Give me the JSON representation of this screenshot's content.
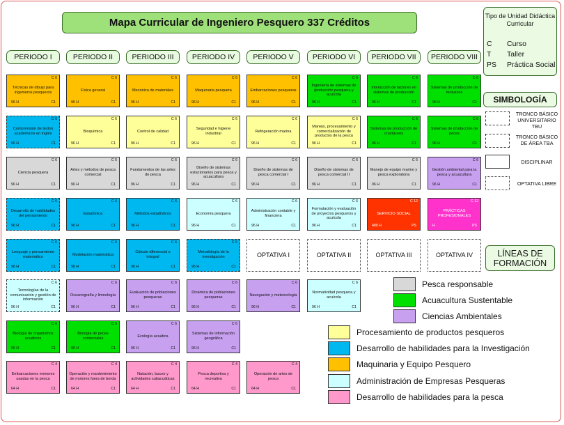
{
  "title": "Mapa Curricular de Ingeniero Pesquero 337 Créditos",
  "periods": [
    "PERIODO I",
    "PERIODO II",
    "PERIODO III",
    "PERIODO IV",
    "PERIODO V",
    "PERIODO VI",
    "PERIODO VII",
    "PERIODO VIII"
  ],
  "type_legend": {
    "title": "Tipo de Unidad Didáctica Curricular",
    "items": [
      {
        "key": "C",
        "label": "Curso"
      },
      {
        "key": "T",
        "label": "Taller"
      },
      {
        "key": "PS",
        "label": "Práctica Social"
      }
    ]
  },
  "simbologia": {
    "title": "SIMBOLOGÍA",
    "items": [
      {
        "style": "dashed",
        "label": "TRONCO BÁSICO UNIVERSITARIO TBU"
      },
      {
        "style": "dashdot",
        "label": "TRONCO BÁSICO DE ÁREA TBA"
      },
      {
        "style": "solid",
        "label": "DISCIPLINAR"
      },
      {
        "style": "dotted",
        "label": "OPTATIVA LIBRE"
      }
    ]
  },
  "lineas": {
    "title": "LÍNEAS DE FORMACIÓN",
    "items": [
      {
        "label": "Pesca responsable",
        "color": "#d8d8d8"
      },
      {
        "label": "Acuacultura Sustentable",
        "color": "#00e000"
      },
      {
        "label": "Ciencias Ambientales",
        "color": "#c8a0f0"
      },
      {
        "label": "Procesamiento de productos pesqueros",
        "color": "#ffff99"
      },
      {
        "label": "Desarrollo de habilidades para la Investigación",
        "color": "#00b8f0"
      },
      {
        "label": "Maquinaria y Equipo Pesquero",
        "color": "#ffc000"
      },
      {
        "label": "Administración de Empresas Pesqueras",
        "color": "#ccffff"
      },
      {
        "label": "Desarrollo de habilidades para la pesca",
        "color": "#ff99cc"
      }
    ]
  },
  "colors": {
    "maq": "#ffc000",
    "acu": "#00e000",
    "inv": "#00b8f0",
    "proc": "#ffff99",
    "pesca": "#d8d8d8",
    "amb": "#c8a0f0",
    "admin": "#ccffff",
    "hab": "#ff99cc",
    "ss": "#ff3300",
    "pp": "#ff33cc",
    "opt": "#ffffff"
  },
  "courses": [
    {
      "col": 0,
      "row": 0,
      "name": "Técnicas de dibujo para ingenieros pesqueros",
      "cr": "C 6",
      "hr": "96 H",
      "tp": "C1",
      "color": "maq",
      "border": "solid"
    },
    {
      "col": 1,
      "row": 0,
      "name": "Física general",
      "cr": "C 6",
      "hr": "96 H",
      "tp": "C1",
      "color": "maq",
      "border": "solid"
    },
    {
      "col": 2,
      "row": 0,
      "name": "Mecánica de materiales",
      "cr": "C 6",
      "hr": "96 H",
      "tp": "C1",
      "color": "maq",
      "border": "solid"
    },
    {
      "col": 3,
      "row": 0,
      "name": "Maquinaria pesquera",
      "cr": "C 6",
      "hr": "96 H",
      "tp": "C1",
      "color": "maq",
      "border": "solid"
    },
    {
      "col": 4,
      "row": 0,
      "name": "Embarcaciones pesqueras",
      "cr": "C 6",
      "hr": "96 H",
      "tp": "C1",
      "color": "maq",
      "border": "solid"
    },
    {
      "col": 5,
      "row": 0,
      "name": "Ingeniería de sistemas de producción pesquera y acuícola",
      "cr": "C 6",
      "hr": "96 H",
      "tp": "C1",
      "color": "acu",
      "border": "solid"
    },
    {
      "col": 6,
      "row": 0,
      "name": "Interacción de factores en sistemas de producción",
      "cr": "C 6",
      "hr": "96 H",
      "tp": "C1",
      "color": "acu",
      "border": "solid"
    },
    {
      "col": 7,
      "row": 0,
      "name": "Sistemas de producción de moluscos",
      "cr": "C 6",
      "hr": "96 H",
      "tp": "C1",
      "color": "acu",
      "border": "solid"
    },
    {
      "col": 0,
      "row": 1,
      "name": "Comprensión de textos académicos en inglés",
      "cr": "C 6",
      "hr": "96 H",
      "tp": "C1",
      "color": "inv",
      "border": "dashed"
    },
    {
      "col": 1,
      "row": 1,
      "name": "Bioquímica",
      "cr": "C 6",
      "hr": "96 H",
      "tp": "C1",
      "color": "proc",
      "border": "solid"
    },
    {
      "col": 2,
      "row": 1,
      "name": "Control de calidad",
      "cr": "C 6",
      "hr": "96 H",
      "tp": "C1",
      "color": "proc",
      "border": "solid"
    },
    {
      "col": 3,
      "row": 1,
      "name": "Seguridad e higiene industrial",
      "cr": "C 6",
      "hr": "96 H",
      "tp": "C1",
      "color": "proc",
      "border": "solid"
    },
    {
      "col": 4,
      "row": 1,
      "name": "Refrigeración marina",
      "cr": "C 6",
      "hr": "96 H",
      "tp": "C1",
      "color": "proc",
      "border": "solid"
    },
    {
      "col": 5,
      "row": 1,
      "name": "Manejo, procesamiento y comercialización de productos de la pesca",
      "cr": "C 6",
      "hr": "96 H",
      "tp": "C1",
      "color": "proc",
      "border": "solid"
    },
    {
      "col": 6,
      "row": 1,
      "name": "Sistemas de producción de crustáceos",
      "cr": "C 6",
      "hr": "96 H",
      "tp": "C1",
      "color": "acu",
      "border": "solid"
    },
    {
      "col": 7,
      "row": 1,
      "name": "Sistemas de producción de peces",
      "cr": "C 6",
      "hr": "96 H",
      "tp": "C1",
      "color": "acu",
      "border": "solid"
    },
    {
      "col": 0,
      "row": 2,
      "name": "Ciencia pesquera",
      "cr": "C 6",
      "hr": "96 H",
      "tp": "C1",
      "color": "pesca",
      "border": "solid"
    },
    {
      "col": 1,
      "row": 2,
      "name": "Artes y métodos de pesca comercial",
      "cr": "C 6",
      "hr": "96 H",
      "tp": "C1",
      "color": "pesca",
      "border": "solid"
    },
    {
      "col": 2,
      "row": 2,
      "name": "Fundamentos de las artes de pesca",
      "cr": "C 6",
      "hr": "96 H",
      "tp": "C1",
      "color": "pesca",
      "border": "solid"
    },
    {
      "col": 3,
      "row": 2,
      "name": "Diseño de sistemas estacionarios para pesca y acuacultura",
      "cr": "C 6",
      "hr": "96 H",
      "tp": "C1",
      "color": "pesca",
      "border": "solid"
    },
    {
      "col": 4,
      "row": 2,
      "name": "Diseño de sistemas de pesca comercial I",
      "cr": "C 6",
      "hr": "96 H",
      "tp": "C1",
      "color": "pesca",
      "border": "solid"
    },
    {
      "col": 5,
      "row": 2,
      "name": "Diseño de sistemas de pesca comercial II",
      "cr": "C 6",
      "hr": "96 H",
      "tp": "C1",
      "color": "pesca",
      "border": "solid"
    },
    {
      "col": 6,
      "row": 2,
      "name": "Manejo de equipo marino y pesca exploratoria",
      "cr": "C 6",
      "hr": "96 H",
      "tp": "C1",
      "color": "pesca",
      "border": "solid"
    },
    {
      "col": 7,
      "row": 2,
      "name": "Gestión ambiental para la pesca y acuacultura",
      "cr": "C 6",
      "hr": "96 H",
      "tp": "C1",
      "color": "amb",
      "border": "solid"
    },
    {
      "col": 0,
      "row": 3,
      "name": "Desarrollo de habilidades del pensamiento",
      "cr": "C 6",
      "hr": "96 H",
      "tp": "C1",
      "color": "inv",
      "border": "dashed"
    },
    {
      "col": 1,
      "row": 3,
      "name": "Estadística",
      "cr": "C 6",
      "hr": "96 H",
      "tp": "C1",
      "color": "inv",
      "border": "solid"
    },
    {
      "col": 2,
      "row": 3,
      "name": "Métodos estadísticos",
      "cr": "C 6",
      "hr": "96 H",
      "tp": "C1",
      "color": "inv",
      "border": "solid"
    },
    {
      "col": 3,
      "row": 3,
      "name": "Economía pesquera",
      "cr": "C 6",
      "hr": "96 H",
      "tp": "C1",
      "color": "admin",
      "border": "solid"
    },
    {
      "col": 4,
      "row": 3,
      "name": "Administración contable y financiera",
      "cr": "C 6",
      "hr": "96 H",
      "tp": "C1",
      "color": "admin",
      "border": "solid"
    },
    {
      "col": 5,
      "row": 3,
      "name": "Formulación y evaluación de proyectos pesqueros y acuícola",
      "cr": "C 6",
      "hr": "96 H",
      "tp": "C1",
      "color": "admin",
      "border": "solid"
    },
    {
      "col": 6,
      "row": 3,
      "name": "SERVICIO SOCIAL",
      "cr": "C 12",
      "hr": "480 H",
      "tp": "PS",
      "color": "ss",
      "border": "solid",
      "light": true
    },
    {
      "col": 7,
      "row": 3,
      "name": "PRÁCTICAS PROFESIONALES",
      "cr": "C 12",
      "hr": "H",
      "tp": "PS",
      "color": "pp",
      "border": "solid",
      "light": true
    },
    {
      "col": 0,
      "row": 4,
      "name": "Lenguaje y pensamiento matemático",
      "cr": "C 6",
      "hr": "96 H",
      "tp": "C1",
      "color": "inv",
      "border": "dashed"
    },
    {
      "col": 1,
      "row": 4,
      "name": "Modelación matemática",
      "cr": "C 6",
      "hr": "96 H",
      "tp": "C1",
      "color": "inv",
      "border": "solid"
    },
    {
      "col": 2,
      "row": 4,
      "name": "Cálculo diferencial e integral",
      "cr": "C 6",
      "hr": "96 H",
      "tp": "C1",
      "color": "inv",
      "border": "solid"
    },
    {
      "col": 3,
      "row": 4,
      "name": "Metodología de la investigación",
      "cr": "C 6",
      "hr": "96 H",
      "tp": "C1",
      "color": "inv",
      "border": "dashed"
    },
    {
      "col": 4,
      "row": 4,
      "name": "OPTATIVA I",
      "color": "opt",
      "border": "dotted",
      "big": true
    },
    {
      "col": 5,
      "row": 4,
      "name": "OPTATIVA II",
      "color": "opt",
      "border": "dotted",
      "big": true
    },
    {
      "col": 6,
      "row": 4,
      "name": "OPTATIVA III",
      "color": "opt",
      "border": "dotted",
      "big": true
    },
    {
      "col": 7,
      "row": 4,
      "name": "OPTATIVA IV",
      "color": "opt",
      "border": "dotted",
      "big": true
    },
    {
      "col": 0,
      "row": 5,
      "name": "Tecnologías de la comunicación y gestión de información",
      "cr": "C 6",
      "hr": "96 H",
      "tp": "C1",
      "color": "admin",
      "border": "dashed"
    },
    {
      "col": 1,
      "row": 5,
      "name": "Oceanografía y limnología",
      "cr": "C 6",
      "hr": "96 H",
      "tp": "C1",
      "color": "amb",
      "border": "solid"
    },
    {
      "col": 2,
      "row": 5,
      "name": "Evaluación de poblaciones pesqueras",
      "cr": "C 6",
      "hr": "96 H",
      "tp": "C1",
      "color": "amb",
      "border": "solid"
    },
    {
      "col": 3,
      "row": 5,
      "name": "Dinámica de poblaciones pesqueras",
      "cr": "C 6",
      "hr": "96 H",
      "tp": "C1",
      "color": "amb",
      "border": "solid"
    },
    {
      "col": 4,
      "row": 5,
      "name": "Navegación y meteorología",
      "cr": "C 6",
      "hr": "96 H",
      "tp": "C1",
      "color": "amb",
      "border": "solid"
    },
    {
      "col": 5,
      "row": 5,
      "name": "Normatividad pesquera y acuícola",
      "cr": "C 6",
      "hr": "96 H",
      "tp": "C1",
      "color": "admin",
      "border": "solid"
    },
    {
      "col": 0,
      "row": 6,
      "name": "Biología de organismos acuáticos",
      "cr": "C 6",
      "hr": "96 H",
      "tp": "C1",
      "color": "acu",
      "border": "solid"
    },
    {
      "col": 1,
      "row": 6,
      "name": "Biología de peces comerciales",
      "cr": "C 6",
      "hr": "96 H",
      "tp": "C1",
      "color": "acu",
      "border": "solid"
    },
    {
      "col": 2,
      "row": 6,
      "name": "Ecología acuática",
      "cr": "C 6",
      "hr": "96 H",
      "tp": "C1",
      "color": "amb",
      "border": "solid"
    },
    {
      "col": 3,
      "row": 6,
      "name": "Sistemas de información geográfica",
      "cr": "C 6",
      "hr": "96 H",
      "tp": "C1",
      "color": "amb",
      "border": "solid"
    },
    {
      "col": 0,
      "row": 7,
      "name": "Embarcaciones menores usadas en la pesca",
      "cr": "C 4",
      "hr": "64 H",
      "tp": "C1",
      "color": "hab",
      "border": "solid"
    },
    {
      "col": 1,
      "row": 7,
      "name": "Operación y mantenimiento de motores fuera de borda",
      "cr": "C 4",
      "hr": "64 H",
      "tp": "C1",
      "color": "hab",
      "border": "solid"
    },
    {
      "col": 2,
      "row": 7,
      "name": "Natación, buceo y actividades subacuáticas",
      "cr": "C 4",
      "hr": "64 H",
      "tp": "C1",
      "color": "hab",
      "border": "solid"
    },
    {
      "col": 3,
      "row": 7,
      "name": "Pesca deportiva y recreativa",
      "cr": "C 4",
      "hr": "64 H",
      "tp": "C1",
      "color": "hab",
      "border": "solid"
    },
    {
      "col": 4,
      "row": 7,
      "name": "Operación de artes de pesca",
      "cr": "C 4",
      "hr": "64 H",
      "tp": "C1",
      "color": "hab",
      "border": "solid"
    }
  ]
}
